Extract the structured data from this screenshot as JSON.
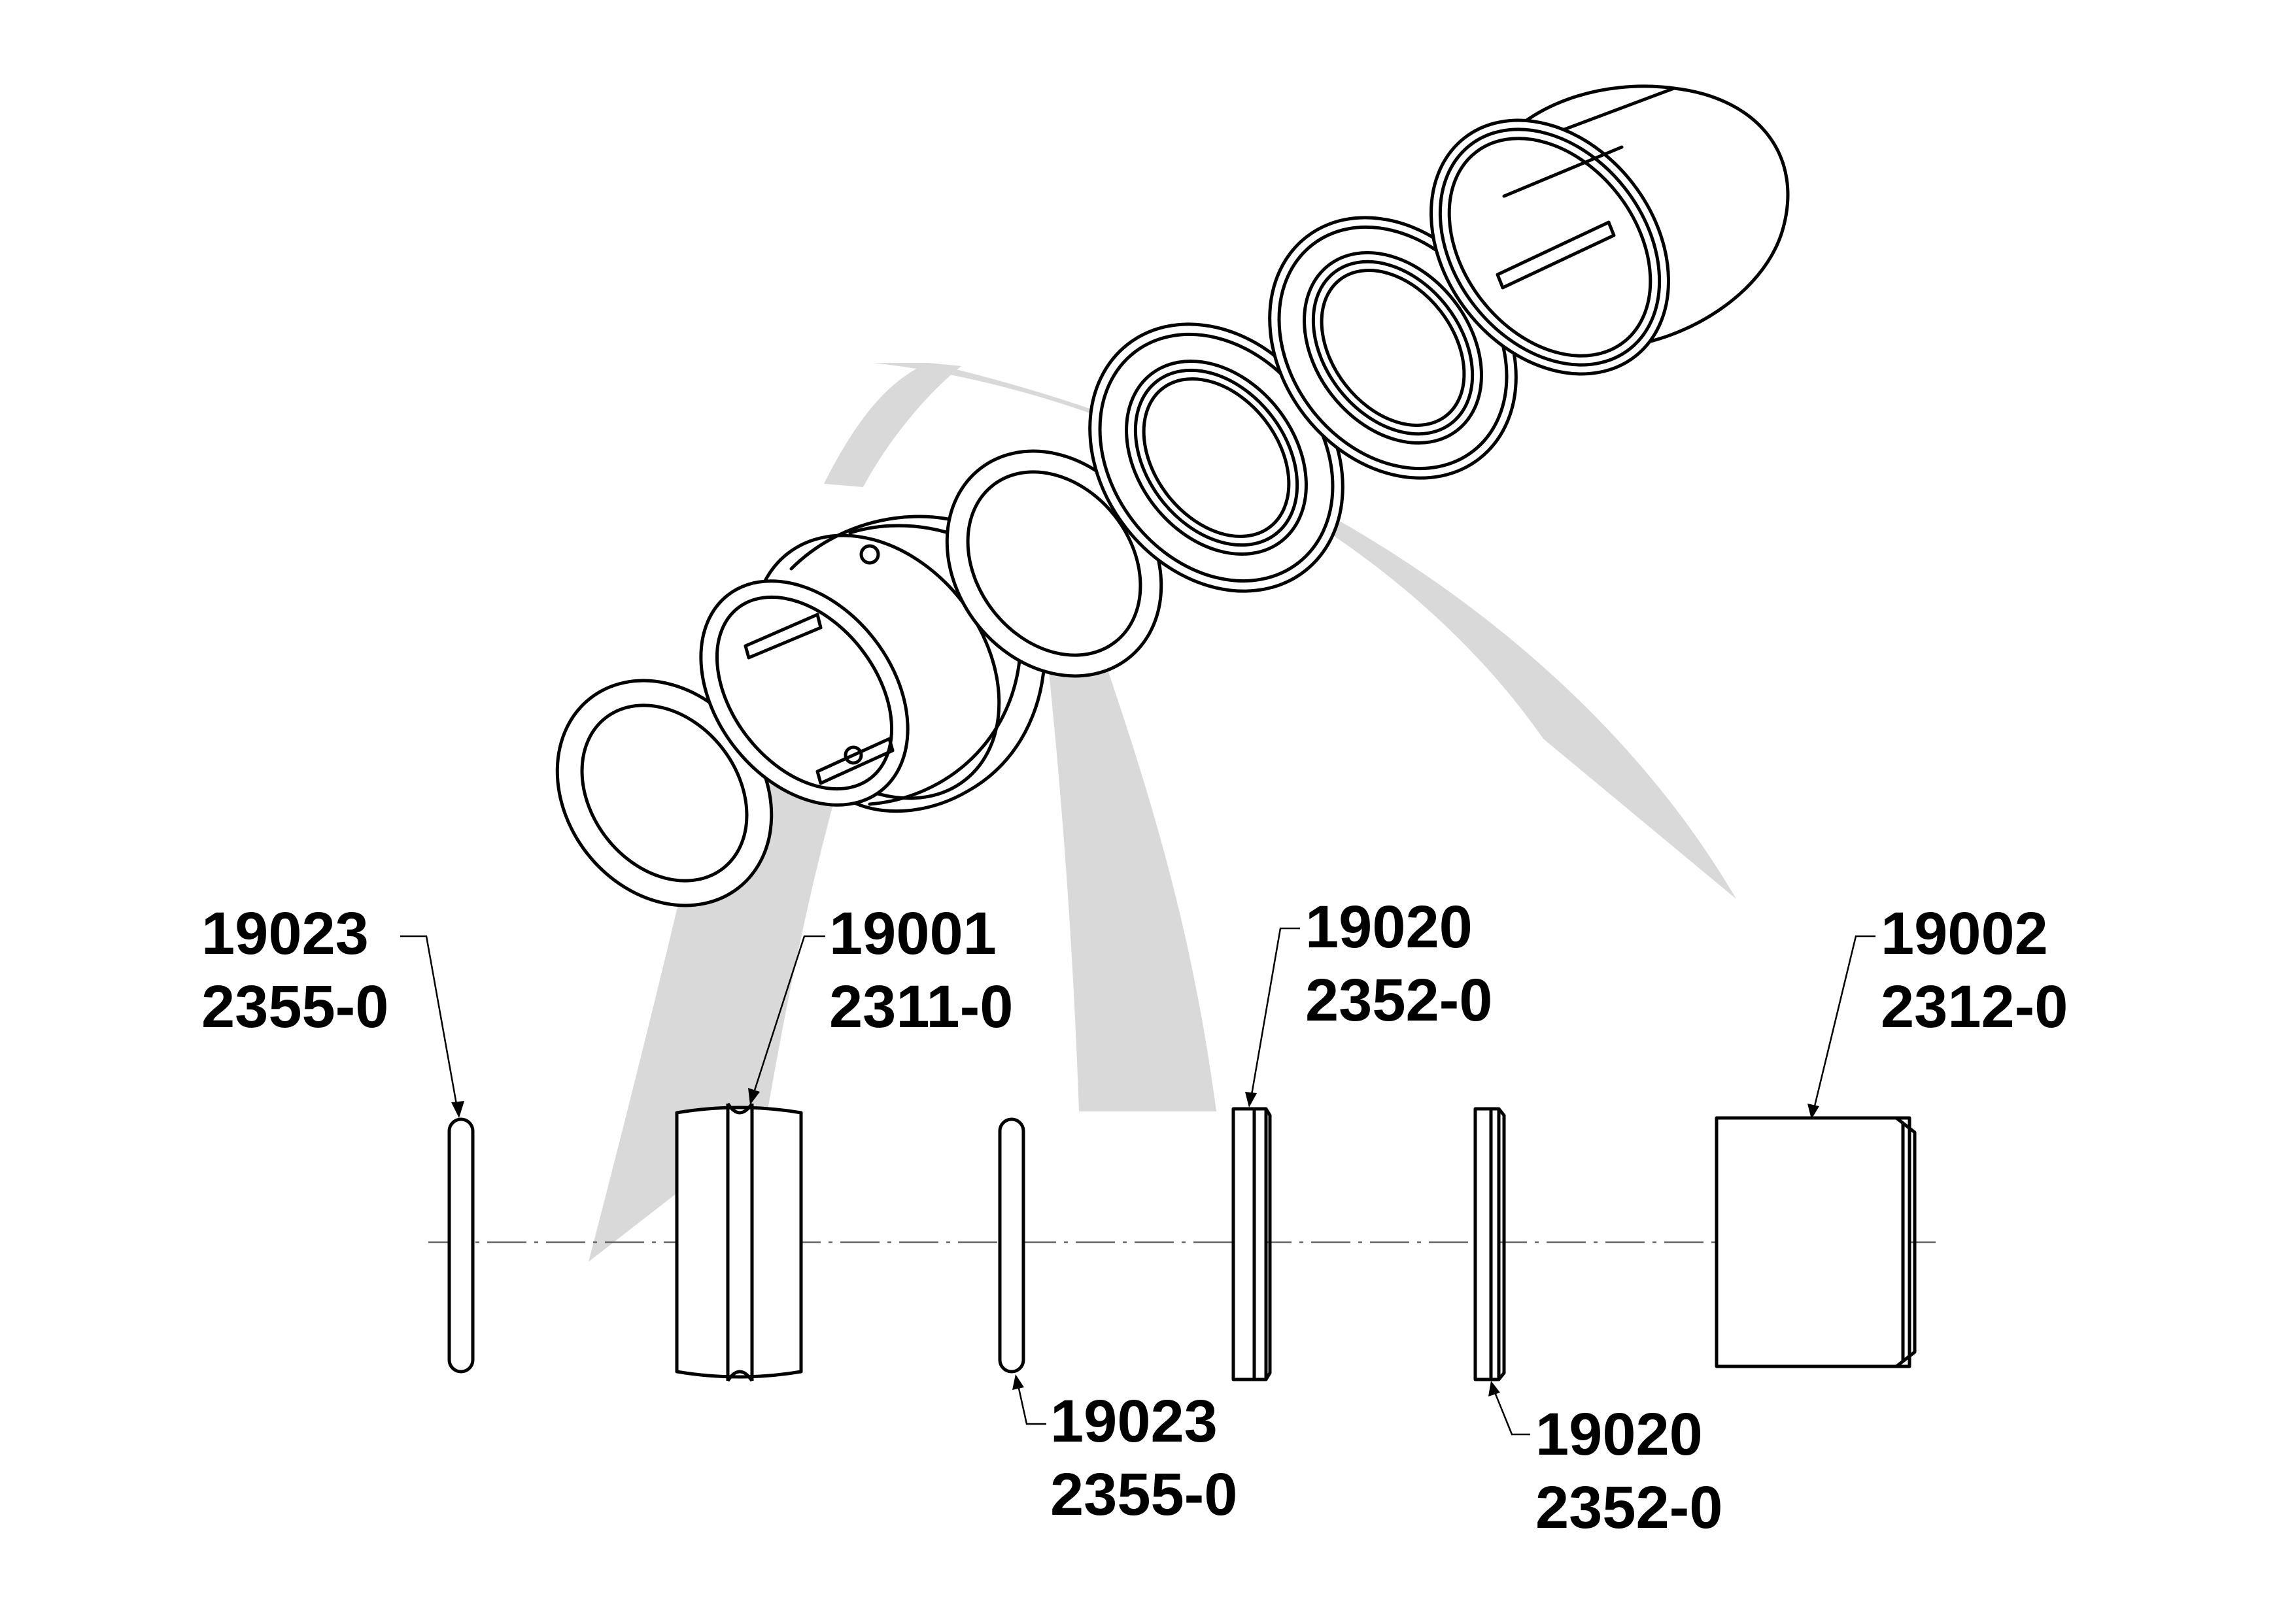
{
  "colors": {
    "ink": "#000000",
    "watermark": "#d9d9d9",
    "centerline": "#666666",
    "background": "#ffffff"
  },
  "watermark": {
    "icon": "pi-letter-logo-watermark"
  },
  "callouts": [
    {
      "id": "19023-left",
      "part_number": "19023",
      "drawing_number": "2355-0"
    },
    {
      "id": "19001",
      "part_number": "19001",
      "drawing_number": "2311-0"
    },
    {
      "id": "19023-mid",
      "part_number": "19023",
      "drawing_number": "2355-0"
    },
    {
      "id": "19020-top",
      "part_number": "19020",
      "drawing_number": "2352-0"
    },
    {
      "id": "19020-bottom",
      "part_number": "19020",
      "drawing_number": "2352-0"
    },
    {
      "id": "19002",
      "part_number": "19002",
      "drawing_number": "2312-0"
    }
  ]
}
